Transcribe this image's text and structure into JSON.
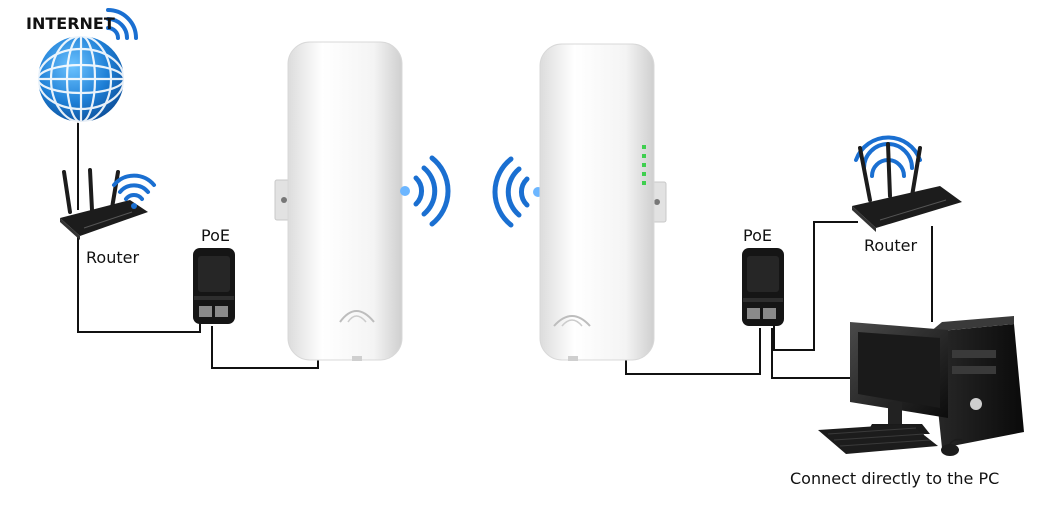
{
  "labels": {
    "internet": "INTERNET",
    "router_left": "Router",
    "poe_left": "PoE",
    "poe_right": "PoE",
    "router_right": "Router",
    "pc": "Connect directly to the PC"
  },
  "colors": {
    "globe": "#1e7fd6",
    "wifi": "#1a6fd1",
    "device_body": "#f2f2f2",
    "router_body": "#1c1c1c",
    "poe_body": "#151515",
    "cable": "#111111",
    "led": "#3fcf4f"
  },
  "icons": {
    "globe": "globe-icon",
    "wifi": "wifi-signal-icon",
    "router": "router-icon",
    "poe": "poe-adapter-icon",
    "cpe": "outdoor-cpe-icon",
    "pc": "desktop-pc-icon"
  }
}
